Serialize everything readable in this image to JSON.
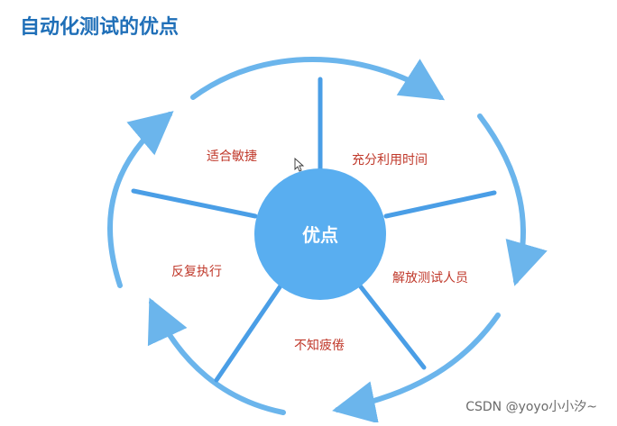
{
  "title": "自动化测试的优点",
  "center_label": "优点",
  "labels": {
    "agile": "适合敏捷",
    "time": "充分利用时间",
    "repeat": "反复执行",
    "liberate": "解放测试人员",
    "tireless": "不知疲倦"
  },
  "watermark": "CSDN @yoyo小小汐~",
  "colors": {
    "title": "#1f6fb8",
    "arrow": "#6bb5ec",
    "spoke": "#4a9ee6",
    "circle": "#59aef0",
    "center_text": "#ffffff",
    "label": "#c0392b",
    "watermark": "#6b6b6b"
  },
  "icons": {
    "cursor": "mouse-pointer-icon"
  }
}
